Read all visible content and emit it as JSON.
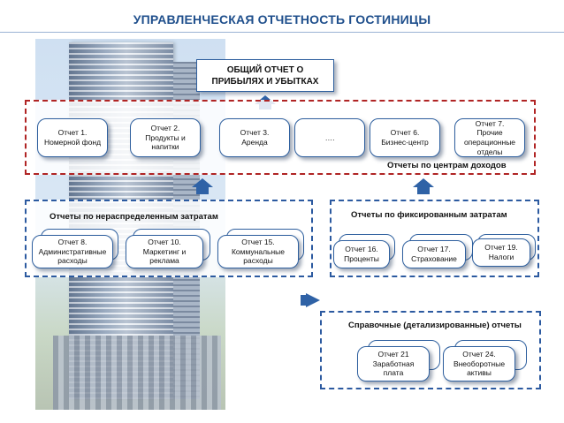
{
  "title": "УПРАВЛЕНЧЕСКАЯ ОТЧЕТНОСТЬ ГОСТИНИЦЫ",
  "main_report": "ОБЩИЙ ОТЧЕТ О\nПРИБЫЛЯХ И УБЫТКАХ",
  "revenue_centers": {
    "label": "Отчеты по центрам доходов",
    "reports": [
      "Отчет 1.\nНомерной фонд",
      "Отчет 2.\nПродукты и\nнапитки",
      "Отчет 3.\nАренда",
      "….",
      "Отчет 6.\nБизнес-центр",
      "Отчет 7.\nПрочие\nоперационные\nотделы"
    ]
  },
  "allocated_costs": {
    "label": "Отчеты по нераспределенным затратам",
    "reports": [
      "Отчет 8.\nАдминистративные\nрасходы",
      "Отчет 10.\nМаркетинг и\nреклама",
      "Отчет 15.\nКоммунальные\nрасходы"
    ]
  },
  "fixed_costs": {
    "label": "Отчеты по фиксированным затратам",
    "reports": [
      "Отчет 16.\nПроценты",
      "Отчет 17.\nСтрахование",
      "Отчет 19.\nНалоги"
    ]
  },
  "reference_reports": {
    "label": "Справочные (детализированные) отчеты",
    "reports": [
      "Отчет 21\nЗаработная\nплата",
      "Отчет 24.\nВнеоборотные\nактивы"
    ]
  },
  "colors": {
    "title": "#1f4f8c",
    "revenue_border": "#b02424",
    "cost_border": "#2c5aa0",
    "arrow": "#2f62a6"
  }
}
